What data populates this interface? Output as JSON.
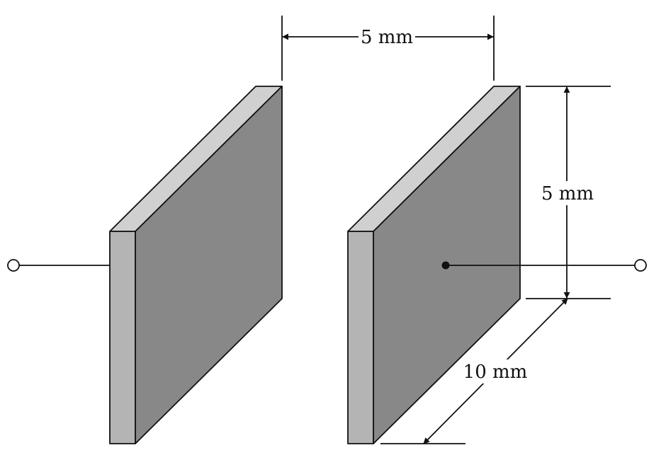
{
  "labels": {
    "gap": "5 mm",
    "height": "5 mm",
    "length": "10 mm"
  },
  "colors": {
    "face": "#888888",
    "top_edge": "#d0d0d0",
    "side_edge": "#b4b4b4",
    "line": "#111111"
  },
  "icons": {
    "terminal": "open-circle-terminal",
    "contact": "filled-dot-contact"
  }
}
